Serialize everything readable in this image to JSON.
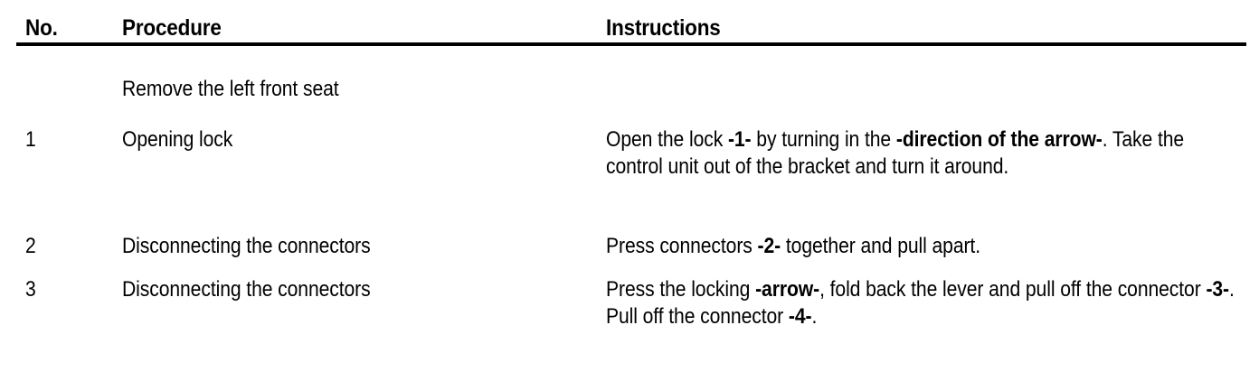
{
  "document": {
    "type": "procedure-table",
    "columns": {
      "no": "No.",
      "procedure": "Procedure",
      "instructions": "Instructions"
    },
    "rows": [
      {
        "no": "",
        "procedure": "Remove the left front seat",
        "instructions_runs": []
      },
      {
        "no": "1",
        "procedure": "Opening lock",
        "instructions_runs": [
          {
            "text": "Open the lock ",
            "bold": false
          },
          {
            "text": "-1-",
            "bold": true
          },
          {
            "text": " by turning in the ",
            "bold": false
          },
          {
            "text": "-direction of the arrow-",
            "bold": true
          },
          {
            "text": ". Take the control unit out of the bracket and turn it around.",
            "bold": false
          }
        ]
      },
      {
        "no": "2",
        "procedure": "Disconnecting the connectors",
        "instructions_runs": [
          {
            "text": "Press connectors ",
            "bold": false
          },
          {
            "text": "-2-",
            "bold": true
          },
          {
            "text": " together and pull apart.",
            "bold": false
          }
        ]
      },
      {
        "no": "3",
        "procedure": "Disconnecting the connectors",
        "instructions_runs": [
          {
            "text": "Press the locking ",
            "bold": false
          },
          {
            "text": "-arrow-",
            "bold": true
          },
          {
            "text": ", fold back the lever and pull off the connector ",
            "bold": false
          },
          {
            "text": "-3-",
            "bold": true
          },
          {
            "text": ".",
            "bold": false
          },
          {
            "text": "",
            "bold": false,
            "break_after": true
          },
          {
            "text": "Pull off the connector ",
            "bold": false
          },
          {
            "text": "-4-",
            "bold": true
          },
          {
            "text": ".",
            "bold": false
          }
        ]
      }
    ]
  }
}
